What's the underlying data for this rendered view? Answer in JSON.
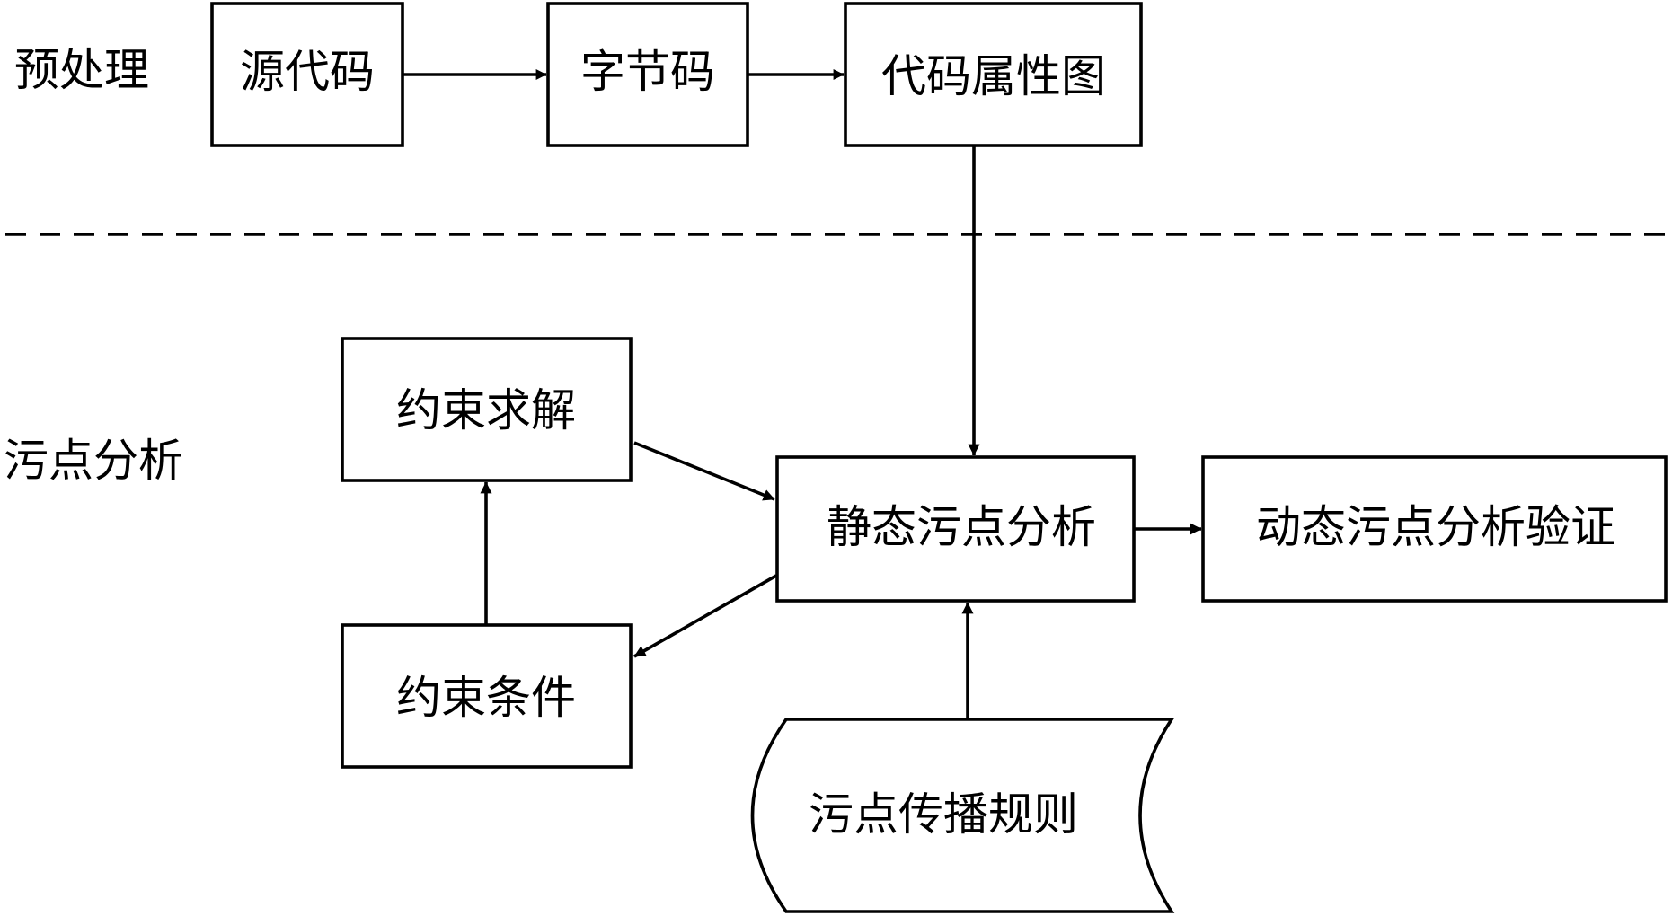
{
  "sections": {
    "preprocess": "预处理",
    "taint_analysis": "污点分析"
  },
  "nodes": {
    "source_code": "源代码",
    "bytecode": "字节码",
    "code_property_graph": "代码属性图",
    "constraint_solving": "约束求解",
    "static_taint_analysis": "静态污点分析",
    "dynamic_verification": "动态污点分析验证",
    "constraint_conditions": "约束条件",
    "taint_rules": "污点传播规则"
  },
  "colors": {
    "stroke": "#000000",
    "background": "#ffffff"
  }
}
